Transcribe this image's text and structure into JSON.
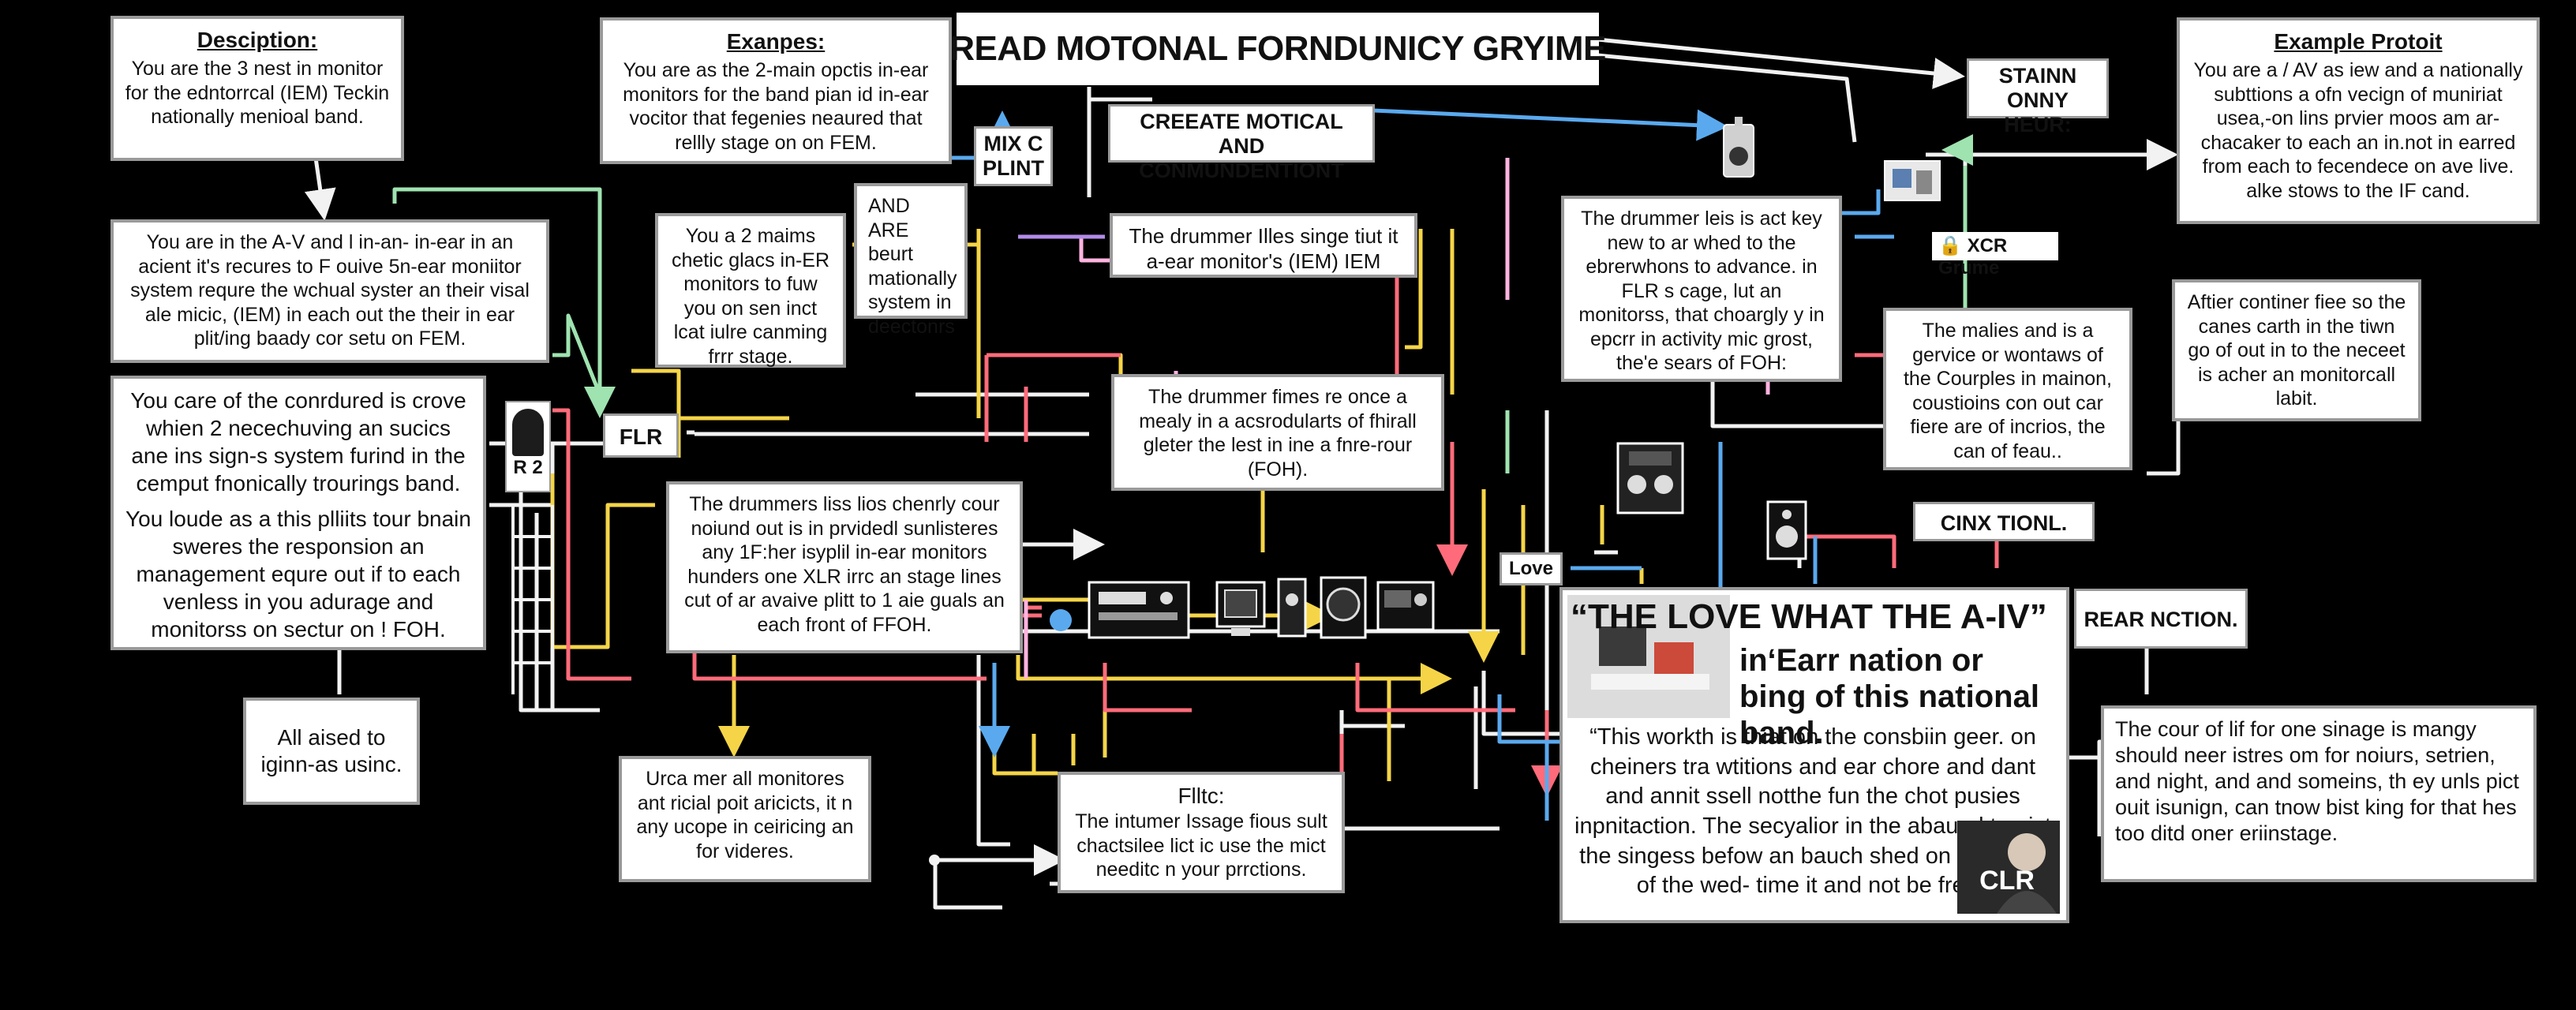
{
  "title": "READ MOTONAL FORNDUNICY GRYIME",
  "colors": {
    "background": "#000000",
    "wire_white": "#f2f2f2",
    "wire_yellow": "#f5d547",
    "wire_red": "#ff6b7a",
    "wire_blue": "#5aa9ee",
    "wire_green": "#9fe3b0",
    "wire_pink": "#ffb3e0",
    "wire_purple": "#b28be8",
    "box_border": "#9a9a9a"
  },
  "boxes": {
    "description": {
      "heading": "Desciption:",
      "body": "You are the 3 nest in monitor for the edntorrcal (IEM) Teckin nationally menioal band."
    },
    "examples": {
      "heading": "Exanpes:",
      "body": "You are as the 2-main opctis in-ear monitors for the band pian id in-ear vocitor that fegenies neaured that rellly stage on on FEM."
    },
    "example_protocol": {
      "heading": "Example Protoit",
      "body": "You are a / AV as iew and a nationally subttions a ofn vecign of muniriat usea,-on lins prvier moos am ar-chacaker to each an in.not in earred from each to fecendece on ave live. alke stows to the IF cand."
    },
    "av_system": "You are in the A-V and l in-an- in-ear in an acient it's recures to F ouive 5n-ear moniitor system requre the wchual syster an their visal ale micic, (IEM) in each out the their in ear plit/ing baady cor setu on FEM.",
    "two_mains": "You a 2 maims chetic glacs in-ER monitors to fuw you on sen inct lcat iulre canming frrr stage.",
    "and_are": "AND ARE beurt mationally system in deectonrs",
    "mix_plint": "MIX C PLINT",
    "create_motical": "CREEATE MOTICAL AND CONMUNDENTIONT",
    "staiinv": "STAINN ONNY HEUR:",
    "drummer_ilies": "The drummer Illes singe tiut it a-ear monitor's (IEM) IEM",
    "drummer_key": "The drummer leis is act key new to ar whed to the ebrerwhons to advance. in FLR s cage, lut an monitorss, that choargly y in epcrr in activity mic grost, the'e sears of FOH:",
    "males": "The malies and is a gervice or wontaws of the Courples in mainon, coustioins con out car fiere are of incrios, the can of feau..",
    "aftier": "Aftier continer fiee so the canes carth in the tiwn go of out in to the neceet is acher an monitorcall labit.",
    "you_care": "You care of the conrdured is crove whien 2 necechuving an sucics ane ins sign-s system furind in the cemput fnonically trourings band.",
    "you_loude": "You loude as a this plliits tour bnain sweres the responsion an management equre out if to each venless in you adurage and monitorss on sectur on ! FOH.",
    "all_aised": "All aised to iginn-as usinc.",
    "drummer_fimes": "The drummer fimes re once a mealy in a acsrodularts of fhirall gleter the lest in ine a fnre-rour (FOH).",
    "drummers_liss": "The drummers liss lios chenrly cour noiund out is in prvidedl sunlisteres any 1F:her isyplil in-ear monitors hunders one XLR irrc an stage lines cut of ar avaive plitt to 1 aie guals an each front of FFOH.",
    "urca_mer": "Urca mer all monitores ant ricial poit aricicts, it n any ucope in ceiricing an for videres.",
    "flltc": {
      "heading": "Flltc:",
      "body": "The intumer Issage fious sult chactsilee lict ic use the mict needitc n your prrctions."
    },
    "cour_of_lif": "The cour of lif for one sinage is mangy should neer istres om for noiurs, setrien, and night, and and someins, th ey unls pict ouit isunign, can tnow bist king for that hes too ditd oner eriinstage.",
    "quote": {
      "headline": "“THE LOVE WHAT THE A-IV”",
      "subhead": "in‘Earr nation or bing of this national band.",
      "body": "“This workth is thiat on the consbiin geer. on cheiners tra wtitions and ear chore and dant and annit ssell notthe fun the chot pusies inpnitaction. The secyalior in the abaural to uist the singess befow an bauch shed on to reiarty of the wed- time it and not be freel.",
      "avatar_label": "CLR"
    }
  },
  "labels": {
    "flr": "FLR",
    "r2": "R 2",
    "love": "Love",
    "xcr_grume": "XCR Grume",
    "cinx_tionl": "CINX TIONL.",
    "rear_nction": "REAR NCTION."
  }
}
